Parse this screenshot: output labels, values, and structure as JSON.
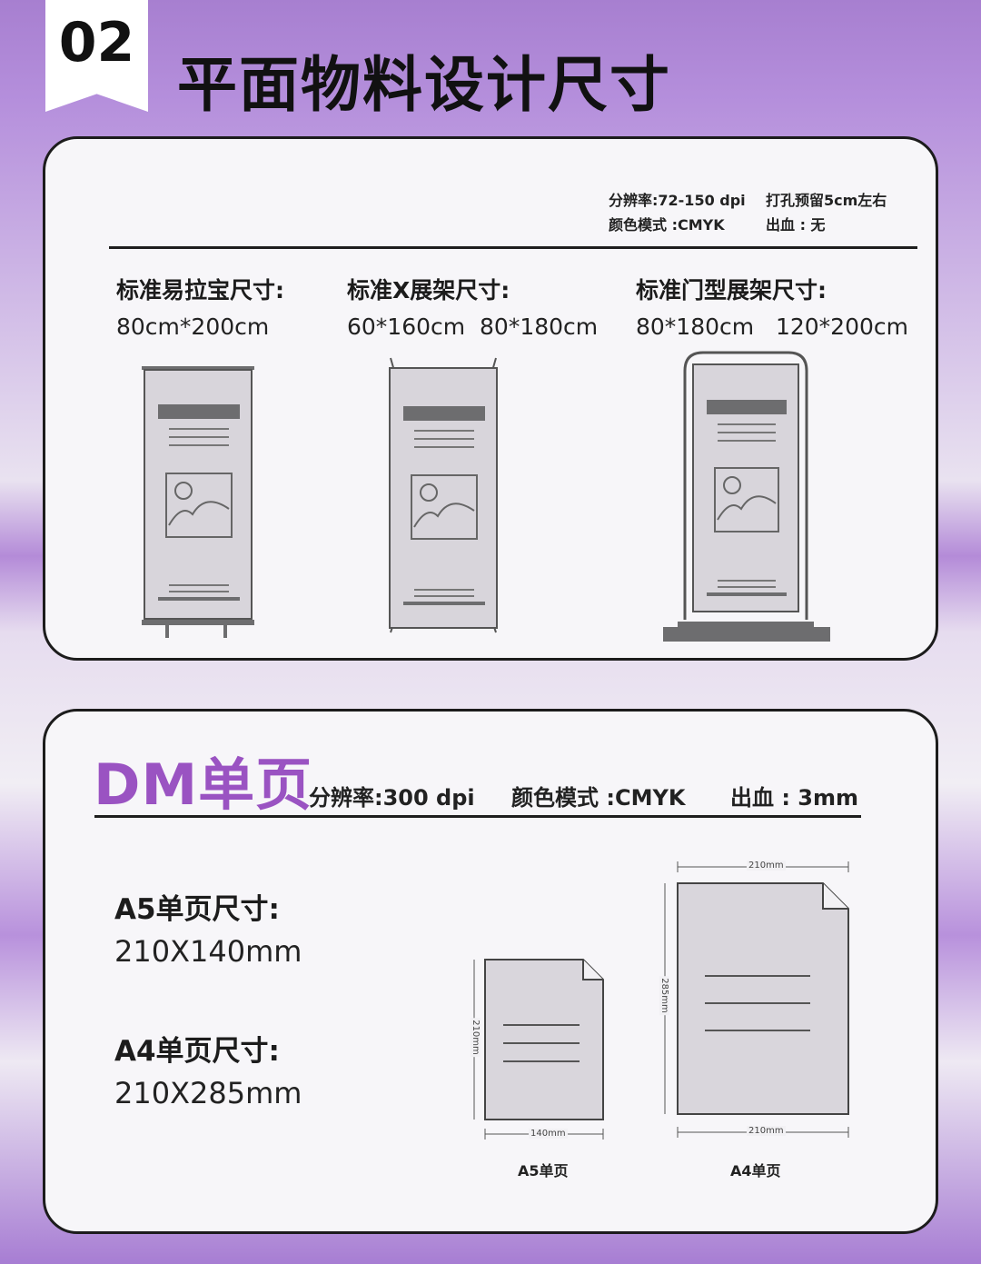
{
  "header": {
    "number": "02",
    "title": "平面物料设计尺寸"
  },
  "display_section": {
    "specs": {
      "resolution": "分辨率:72-150 dpi",
      "reserve": "打孔预留5cm左右",
      "color_mode": "颜色模式 :CMYK",
      "bleed": "出血 : 无"
    },
    "items": [
      {
        "title": "标准易拉宝尺寸:",
        "sizes": "80cm*200cm"
      },
      {
        "title": "标准X展架尺寸:",
        "sizes": "60*160cm  80*180cm"
      },
      {
        "title": "标准门型展架尺寸:",
        "sizes": "80*180cm   120*200cm"
      }
    ]
  },
  "dm_section": {
    "title": "DM单页",
    "specs": {
      "resolution": "分辨率:300 dpi",
      "color_mode": "颜色模式 :CMYK",
      "bleed": "出血 : 3mm"
    },
    "a5": {
      "title": "A5单页尺寸:",
      "size": "210X140mm",
      "label": "A5单页",
      "width_dim": "140mm",
      "height_dim": "210mm"
    },
    "a4": {
      "title": "A4单页尺寸:",
      "size": "210X285mm",
      "label": "A4单页",
      "width_dim_top": "210mm",
      "width_dim_bottom": "210mm",
      "height_dim": "285mm"
    }
  },
  "colors": {
    "accent": "#9a53c2",
    "highlight": "#b48ad8",
    "border": "#1c1c1c"
  }
}
